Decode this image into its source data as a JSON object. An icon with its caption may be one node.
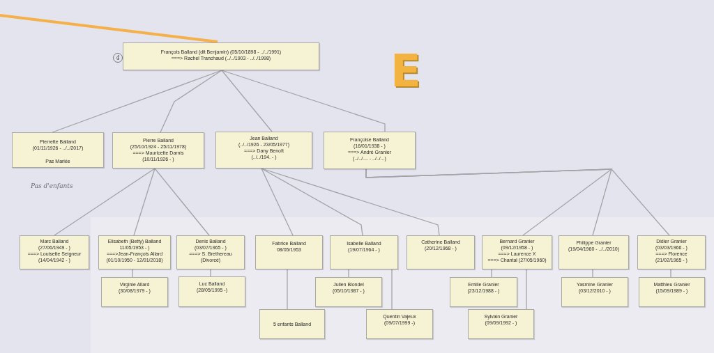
{
  "diagram": {
    "nodes": [
      {
        "text": [
          "François Balland (dit Benjamin) (05/10/1898 - ../../1991)",
          "===> Rachel Tranchaud (../../1903 - ../../1998)"
        ]
      },
      {
        "text": [
          "Pierrette Balland",
          "(01/11/1926 - ../../2017)",
          "Pas Mariée"
        ]
      },
      {
        "text": [
          "Pierre Balland",
          "(25/10/1924 - 25/11/1978)",
          "===> Mauricette Darnis",
          "(10/11/1926 - )"
        ]
      },
      {
        "text": [
          "Jean Balland",
          "(../../1926 - 23/05/1977)",
          "===> Dany Benoît",
          "(../../194. - )"
        ]
      },
      {
        "text": [
          "Françoise Balland",
          "(16/01/1938 - )",
          "===> André Granier",
          "(../../.... - ../../...)"
        ]
      },
      {
        "text": [
          "Marc Balland",
          "(27/06/1949 - )",
          "===> Louisette Seigneur",
          "(14/04/1942 - )"
        ]
      },
      {
        "text": [
          "Elisabeth (Betty) Balland",
          "11/05/1953 - )",
          "===>Jean-François Allard",
          "(01/10/1950 - 12/01/2018)"
        ]
      },
      {
        "text": [
          "Virginie Allard",
          "(30/08/1979 - )"
        ]
      },
      {
        "text": [
          "Denis Balland",
          "(03/07/1965 - )",
          "===> S. Brethereau",
          "(Divorcé)"
        ]
      },
      {
        "text": [
          "Luc Balland",
          "(28/05/1995 -)"
        ]
      },
      {
        "text": [
          "Fabrice Balland",
          "08/05/1953"
        ]
      },
      {
        "text": [
          "5 enfants Balland"
        ]
      },
      {
        "text": [
          "Isabelle Balland",
          "(19/07/1964 - )"
        ]
      },
      {
        "text": [
          "Julien Blondel",
          "(05/10/1987 - )"
        ]
      },
      {
        "text": [
          "Quentin Vajeux",
          "(09/07/1999 -)"
        ]
      },
      {
        "text": [
          "Catherine Balland",
          "(20/12/1968 - )"
        ]
      },
      {
        "text": [
          "Bernard Granier",
          "(09/12/1958 - )",
          "===> Laurence X",
          "===> Chantal (27/05/1960)"
        ]
      },
      {
        "text": [
          "Emilie Granier",
          "(23/12/1988 - )"
        ]
      },
      {
        "text": [
          "Sylvain Granier",
          "(09/09/1992 - )"
        ]
      },
      {
        "text": [
          "Philippe Granier",
          "(19/04/1960 - ../../2010)"
        ]
      },
      {
        "text": [
          "Yasmine Granier",
          "(03/12/2010 - )"
        ]
      },
      {
        "text": [
          "Didier Granier",
          "(03/03/1966 - )",
          "===> Florence",
          "(21/02/1965 - )"
        ]
      },
      {
        "text": [
          "Matthieu Granier",
          "(15/09/1989 - )"
        ]
      }
    ],
    "edges": [
      {
        "from": 0,
        "to": 1,
        "arrow": "none"
      },
      {
        "from": 0,
        "to": 2,
        "arrow": "none"
      },
      {
        "from": 0,
        "to": 3,
        "arrow": "none"
      },
      {
        "from": 0,
        "to": 4,
        "arrow": "none"
      },
      {
        "from": 2,
        "to": 5,
        "arrow": "none"
      },
      {
        "from": 2,
        "to": 6,
        "arrow": "none"
      },
      {
        "from": 2,
        "to": 8,
        "arrow": "none"
      },
      {
        "from": 6,
        "to": 7,
        "arrow": "none"
      },
      {
        "from": 8,
        "to": 9,
        "arrow": "none"
      },
      {
        "from": 3,
        "to": 10,
        "arrow": "none"
      },
      {
        "from": 3,
        "to": 12,
        "arrow": "none"
      },
      {
        "from": 3,
        "to": 15,
        "arrow": "none"
      },
      {
        "from": 10,
        "to": 11,
        "arrow": "none"
      },
      {
        "from": 12,
        "to": 13,
        "arrow": "none"
      },
      {
        "from": 12,
        "to": 14,
        "arrow": "none"
      },
      {
        "from": 4,
        "to": 16,
        "arrow": "none"
      },
      {
        "from": 4,
        "to": 19,
        "arrow": "none"
      },
      {
        "from": 4,
        "to": 21,
        "arrow": "none"
      },
      {
        "from": 16,
        "to": 17,
        "arrow": "none"
      },
      {
        "from": 16,
        "to": 18,
        "arrow": "none"
      },
      {
        "from": 19,
        "to": 20,
        "arrow": "none"
      },
      {
        "from": 21,
        "to": 22,
        "arrow": "none"
      }
    ],
    "labels": [
      "4",
      "E",
      "Pas d'enfants"
    ]
  }
}
